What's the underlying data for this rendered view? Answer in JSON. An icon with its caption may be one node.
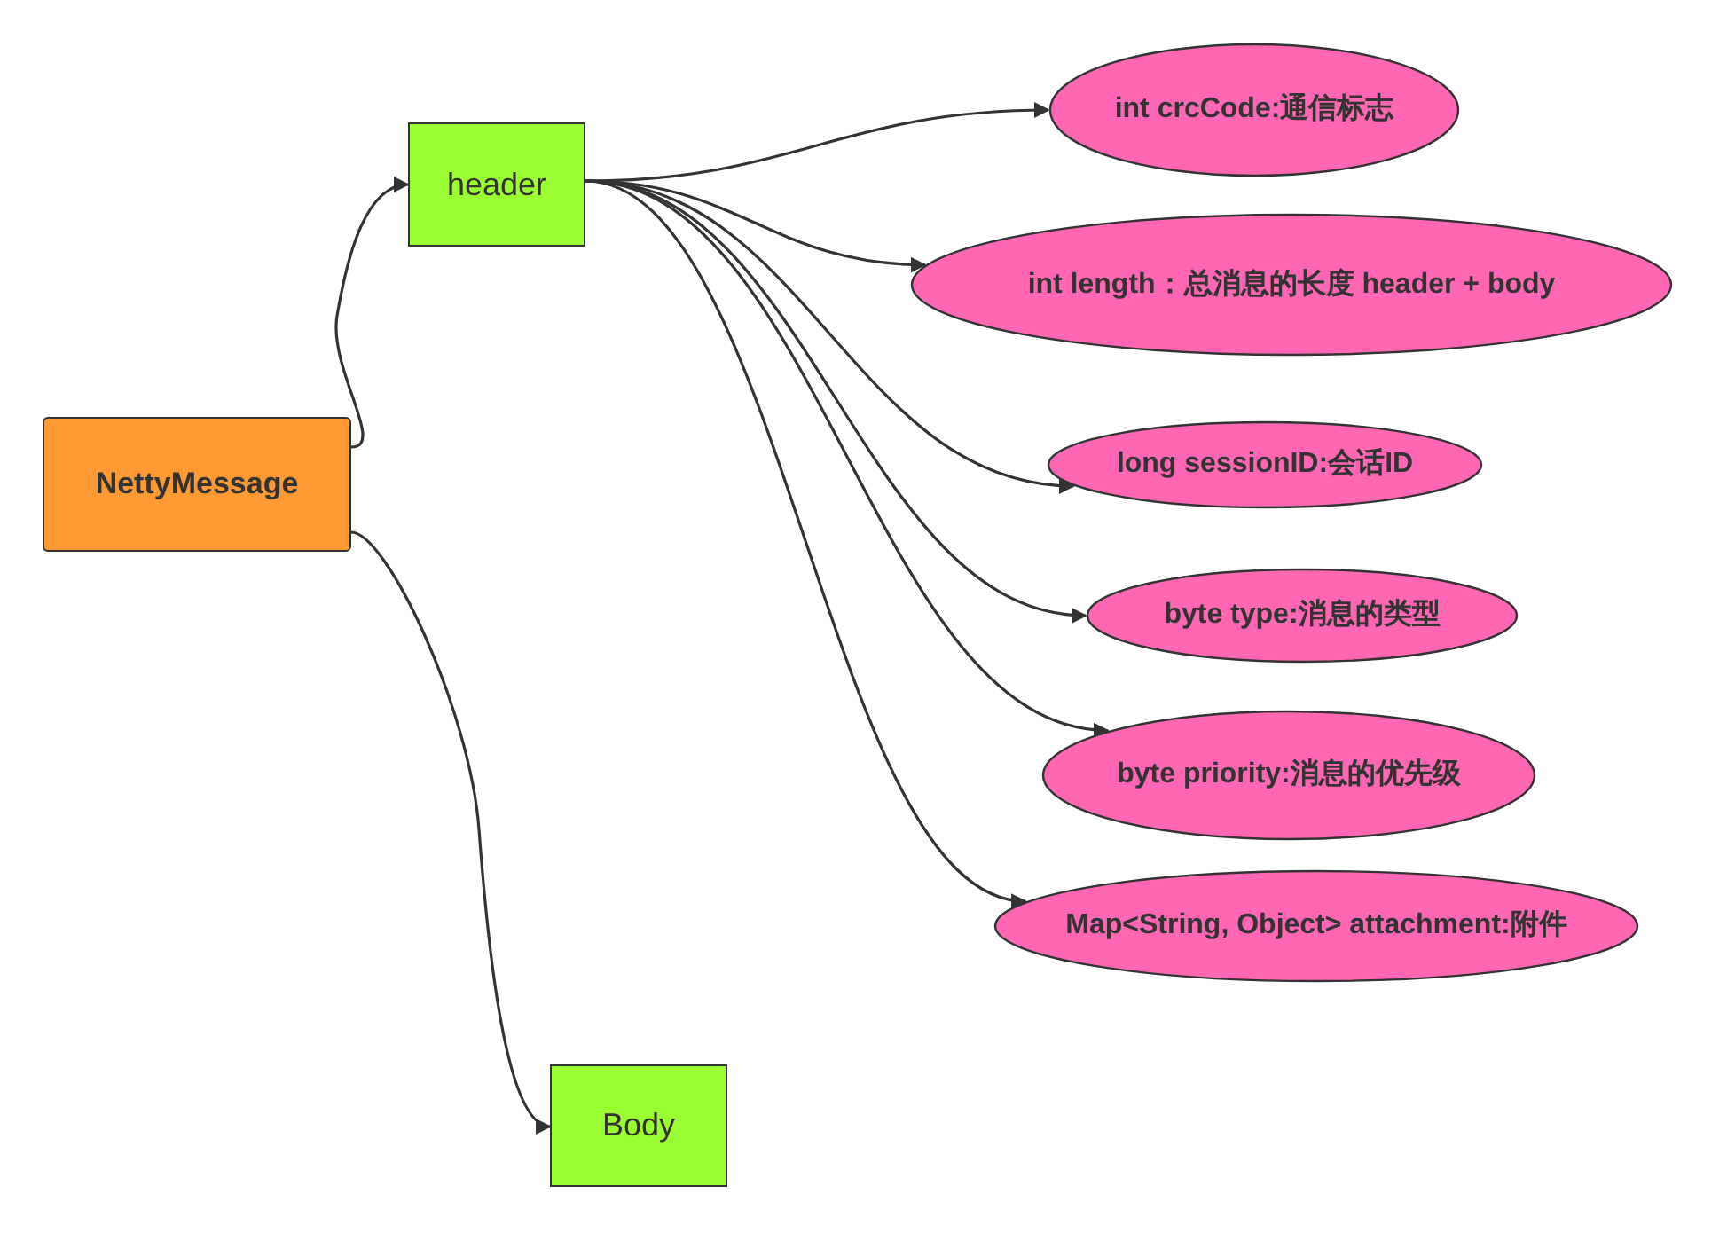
{
  "diagram": {
    "nodes": [
      {
        "text": [
          "NettyMessage"
        ]
      },
      {
        "text": [
          "header"
        ]
      },
      {
        "text": [
          "Body"
        ]
      },
      {
        "text": [
          "int crcCode:通信标志"
        ]
      },
      {
        "text": [
          "int length：总消息的长度 header + body"
        ]
      },
      {
        "text": [
          "long sessionID:会话ID"
        ]
      },
      {
        "text": [
          "byte type:消息的类型"
        ]
      },
      {
        "text": [
          "byte priority:消息的优先级"
        ]
      },
      {
        "text": [
          "Map<String, Object> attachment:附件"
        ]
      }
    ],
    "edges": [
      {
        "from": 0,
        "to": 1,
        "arrow": "to"
      },
      {
        "from": 0,
        "to": 2,
        "arrow": "to"
      },
      {
        "from": 1,
        "to": 3,
        "arrow": "to"
      },
      {
        "from": 1,
        "to": 4,
        "arrow": "to"
      },
      {
        "from": 1,
        "to": 5,
        "arrow": "to"
      },
      {
        "from": 1,
        "to": 6,
        "arrow": "to"
      },
      {
        "from": 1,
        "to": 7,
        "arrow": "to"
      },
      {
        "from": 1,
        "to": 8,
        "arrow": "to"
      }
    ]
  }
}
